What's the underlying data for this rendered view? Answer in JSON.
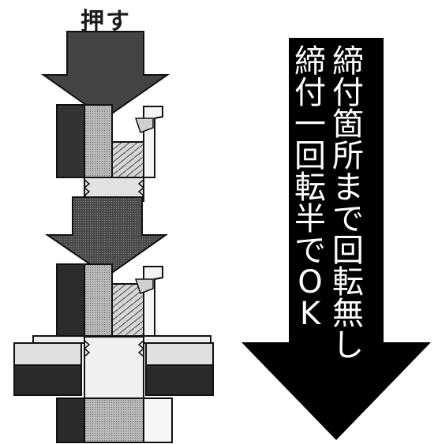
{
  "push_label": "押す",
  "arrow_text_right": "締付箇所まで回転無し",
  "arrow_text_left": "締付一回転半でOK",
  "colors": {
    "arrow_fill": "#000000",
    "arrow_text": "#ffffff",
    "illustration_dark": "#2a2a2a",
    "illustration_mid": "#8a8a8a",
    "illustration_light": "#d8d8d8"
  }
}
